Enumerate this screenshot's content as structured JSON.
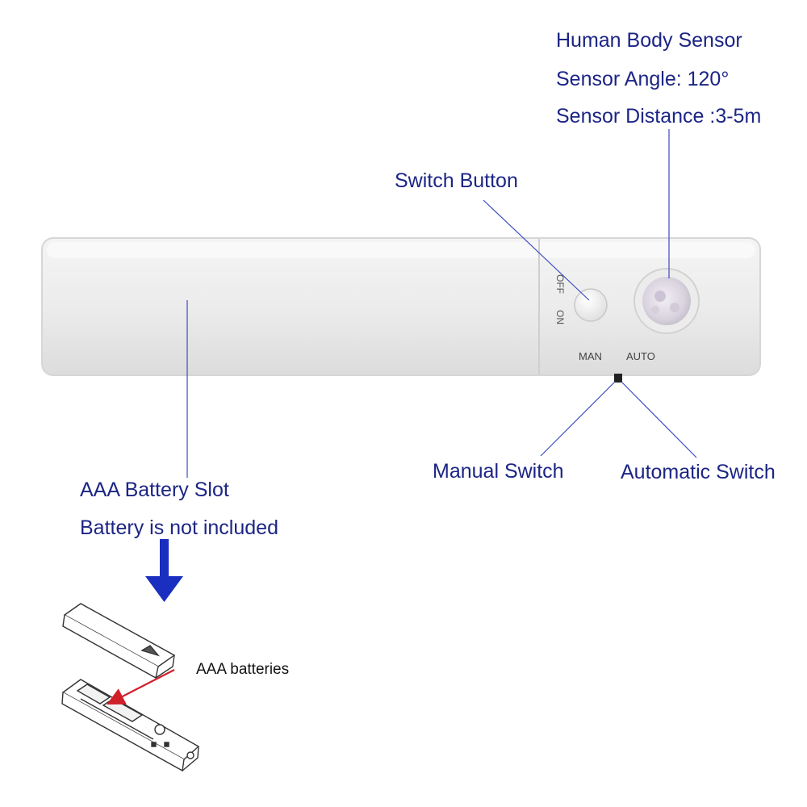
{
  "sensor": {
    "title": "Human Body Sensor",
    "angle": "Sensor Angle: 120°",
    "distance": "Sensor Distance :3-5m"
  },
  "switch_button": "Switch Button",
  "device": {
    "off": "OFF",
    "on": "ON",
    "man": "MAN",
    "auto": "AUTO"
  },
  "manual_switch": "Manual Switch",
  "automatic_switch": "Automatic Switch",
  "battery_slot": {
    "line1": "AAA Battery Slot",
    "line2": "Battery is not included"
  },
  "batteries_label": "AAA batteries",
  "colors": {
    "label_text": "#1c2585",
    "arrow_blue": "#1a2ec0",
    "arrow_red": "#d0202a"
  }
}
